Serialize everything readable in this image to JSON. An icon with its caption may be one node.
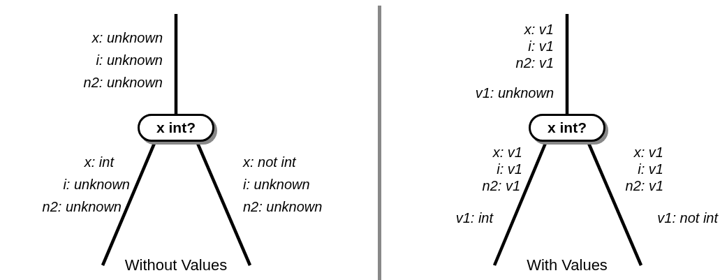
{
  "diagram": {
    "nodes": [
      {
        "text": [
          "x int?"
        ]
      },
      {
        "text": [
          "x int?"
        ]
      }
    ],
    "edges": [
      {
        "from": null,
        "to": 0,
        "arrow": "none"
      },
      {
        "from": 0,
        "to": null,
        "arrow": "none"
      },
      {
        "from": 0,
        "to": null,
        "arrow": "none"
      },
      {
        "from": null,
        "to": 1,
        "arrow": "none"
      },
      {
        "from": 1,
        "to": null,
        "arrow": "none"
      },
      {
        "from": 1,
        "to": null,
        "arrow": "none"
      }
    ],
    "labels": [
      "x: unknown",
      "i: unknown",
      "n2: unknown",
      "x: int",
      "i: unknown",
      "n2: unknown",
      "x: not int",
      "i: unknown",
      "n2: unknown",
      "Without Values",
      "x: v1",
      "i: v1",
      "n2: v1",
      "v1: unknown",
      "x: v1",
      "i: v1",
      "n2: v1",
      "x: v1",
      "i: v1",
      "n2: v1",
      "v1: int",
      "v1: not int",
      "With Values"
    ]
  }
}
